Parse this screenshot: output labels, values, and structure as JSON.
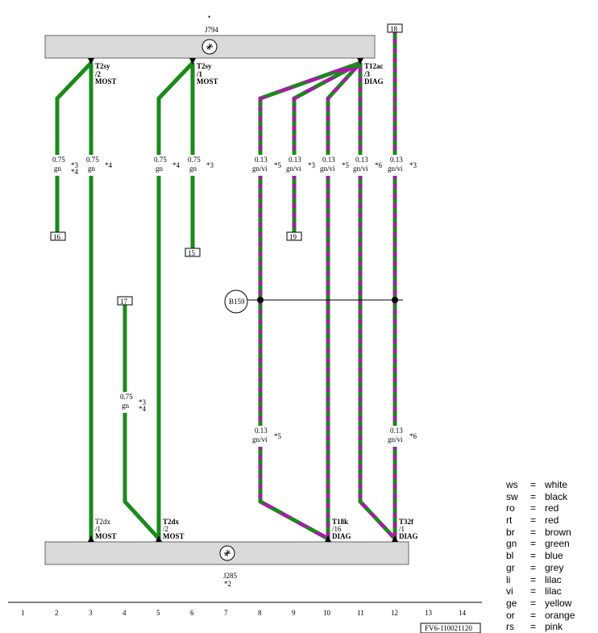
{
  "components": {
    "top": {
      "name": "J794",
      "dot": "•"
    },
    "bottom": {
      "name": "J285",
      "note": "*2"
    }
  },
  "junction": {
    "name": "B159"
  },
  "pins_top": [
    {
      "conn": "T2sy",
      "pin": "/2",
      "type": "MOST"
    },
    {
      "conn": "T2sy",
      "pin": "/1",
      "type": "MOST"
    },
    {
      "conn": "T12ac",
      "pin": "/3",
      "type": "DIAG"
    }
  ],
  "pins_bottom": [
    {
      "conn": "T2dx",
      "pin": "/1",
      "type": "MOST"
    },
    {
      "conn": "T2dx",
      "pin": "/2",
      "type": "MOST"
    },
    {
      "conn": "T18k",
      "pin": "/16",
      "type": "DIAG"
    },
    {
      "conn": "T32f",
      "pin": "/1",
      "type": "DIAG"
    }
  ],
  "wire_labels": [
    {
      "size": "0.75",
      "color": "gn",
      "notes": [
        "*3",
        "*4"
      ]
    },
    {
      "size": "0.75",
      "color": "gn",
      "notes": [
        "*4"
      ]
    },
    {
      "size": "0.75",
      "color": "gn",
      "notes": [
        "*4"
      ]
    },
    {
      "size": "0.75",
      "color": "gn",
      "notes": [
        "*3"
      ]
    },
    {
      "size": "0.13",
      "color": "gn/vi",
      "notes": [
        "*5"
      ]
    },
    {
      "size": "0.13",
      "color": "gn/vi",
      "notes": [
        "*3"
      ]
    },
    {
      "size": "0.13",
      "color": "gn/vi",
      "notes": [
        "*5"
      ]
    },
    {
      "size": "0.13",
      "color": "gn/vi",
      "notes": [
        "*6"
      ]
    },
    {
      "size": "0.13",
      "color": "gn/vi",
      "notes": [
        "*3"
      ]
    },
    {
      "size": "0.75",
      "color": "gn",
      "notes": [
        "*3",
        "*4"
      ]
    },
    {
      "size": "0.13",
      "color": "gn/vi",
      "notes": [
        "*5"
      ]
    },
    {
      "size": "0.13",
      "color": "gn/vi",
      "notes": [
        "*6"
      ]
    }
  ],
  "ref_boxes": [
    "16",
    "15",
    "19",
    "17",
    "18"
  ],
  "columns": [
    "1",
    "2",
    "3",
    "4",
    "5",
    "6",
    "7",
    "8",
    "9",
    "10",
    "11",
    "12",
    "13",
    "14"
  ],
  "footer_code": "FV6-110021120",
  "legend": [
    {
      "code": "ws",
      "eq": "=",
      "name": "white"
    },
    {
      "code": "sw",
      "eq": "=",
      "name": "black"
    },
    {
      "code": "ro",
      "eq": "=",
      "name": "red"
    },
    {
      "code": "rt",
      "eq": "=",
      "name": "red"
    },
    {
      "code": "br",
      "eq": "=",
      "name": "brown"
    },
    {
      "code": "gn",
      "eq": "=",
      "name": "green"
    },
    {
      "code": "bl",
      "eq": "=",
      "name": "blue"
    },
    {
      "code": "gr",
      "eq": "=",
      "name": "grey"
    },
    {
      "code": "li",
      "eq": "=",
      "name": "lilac"
    },
    {
      "code": "vi",
      "eq": "=",
      "name": "lilac"
    },
    {
      "code": "ge",
      "eq": "=",
      "name": "yellow"
    },
    {
      "code": "or",
      "eq": "=",
      "name": "orange"
    },
    {
      "code": "rs",
      "eq": "=",
      "name": "pink"
    }
  ],
  "colors": {
    "green": "#1a8a1a",
    "violet": "#a020a0",
    "component_fill": "#d9d9d9"
  }
}
